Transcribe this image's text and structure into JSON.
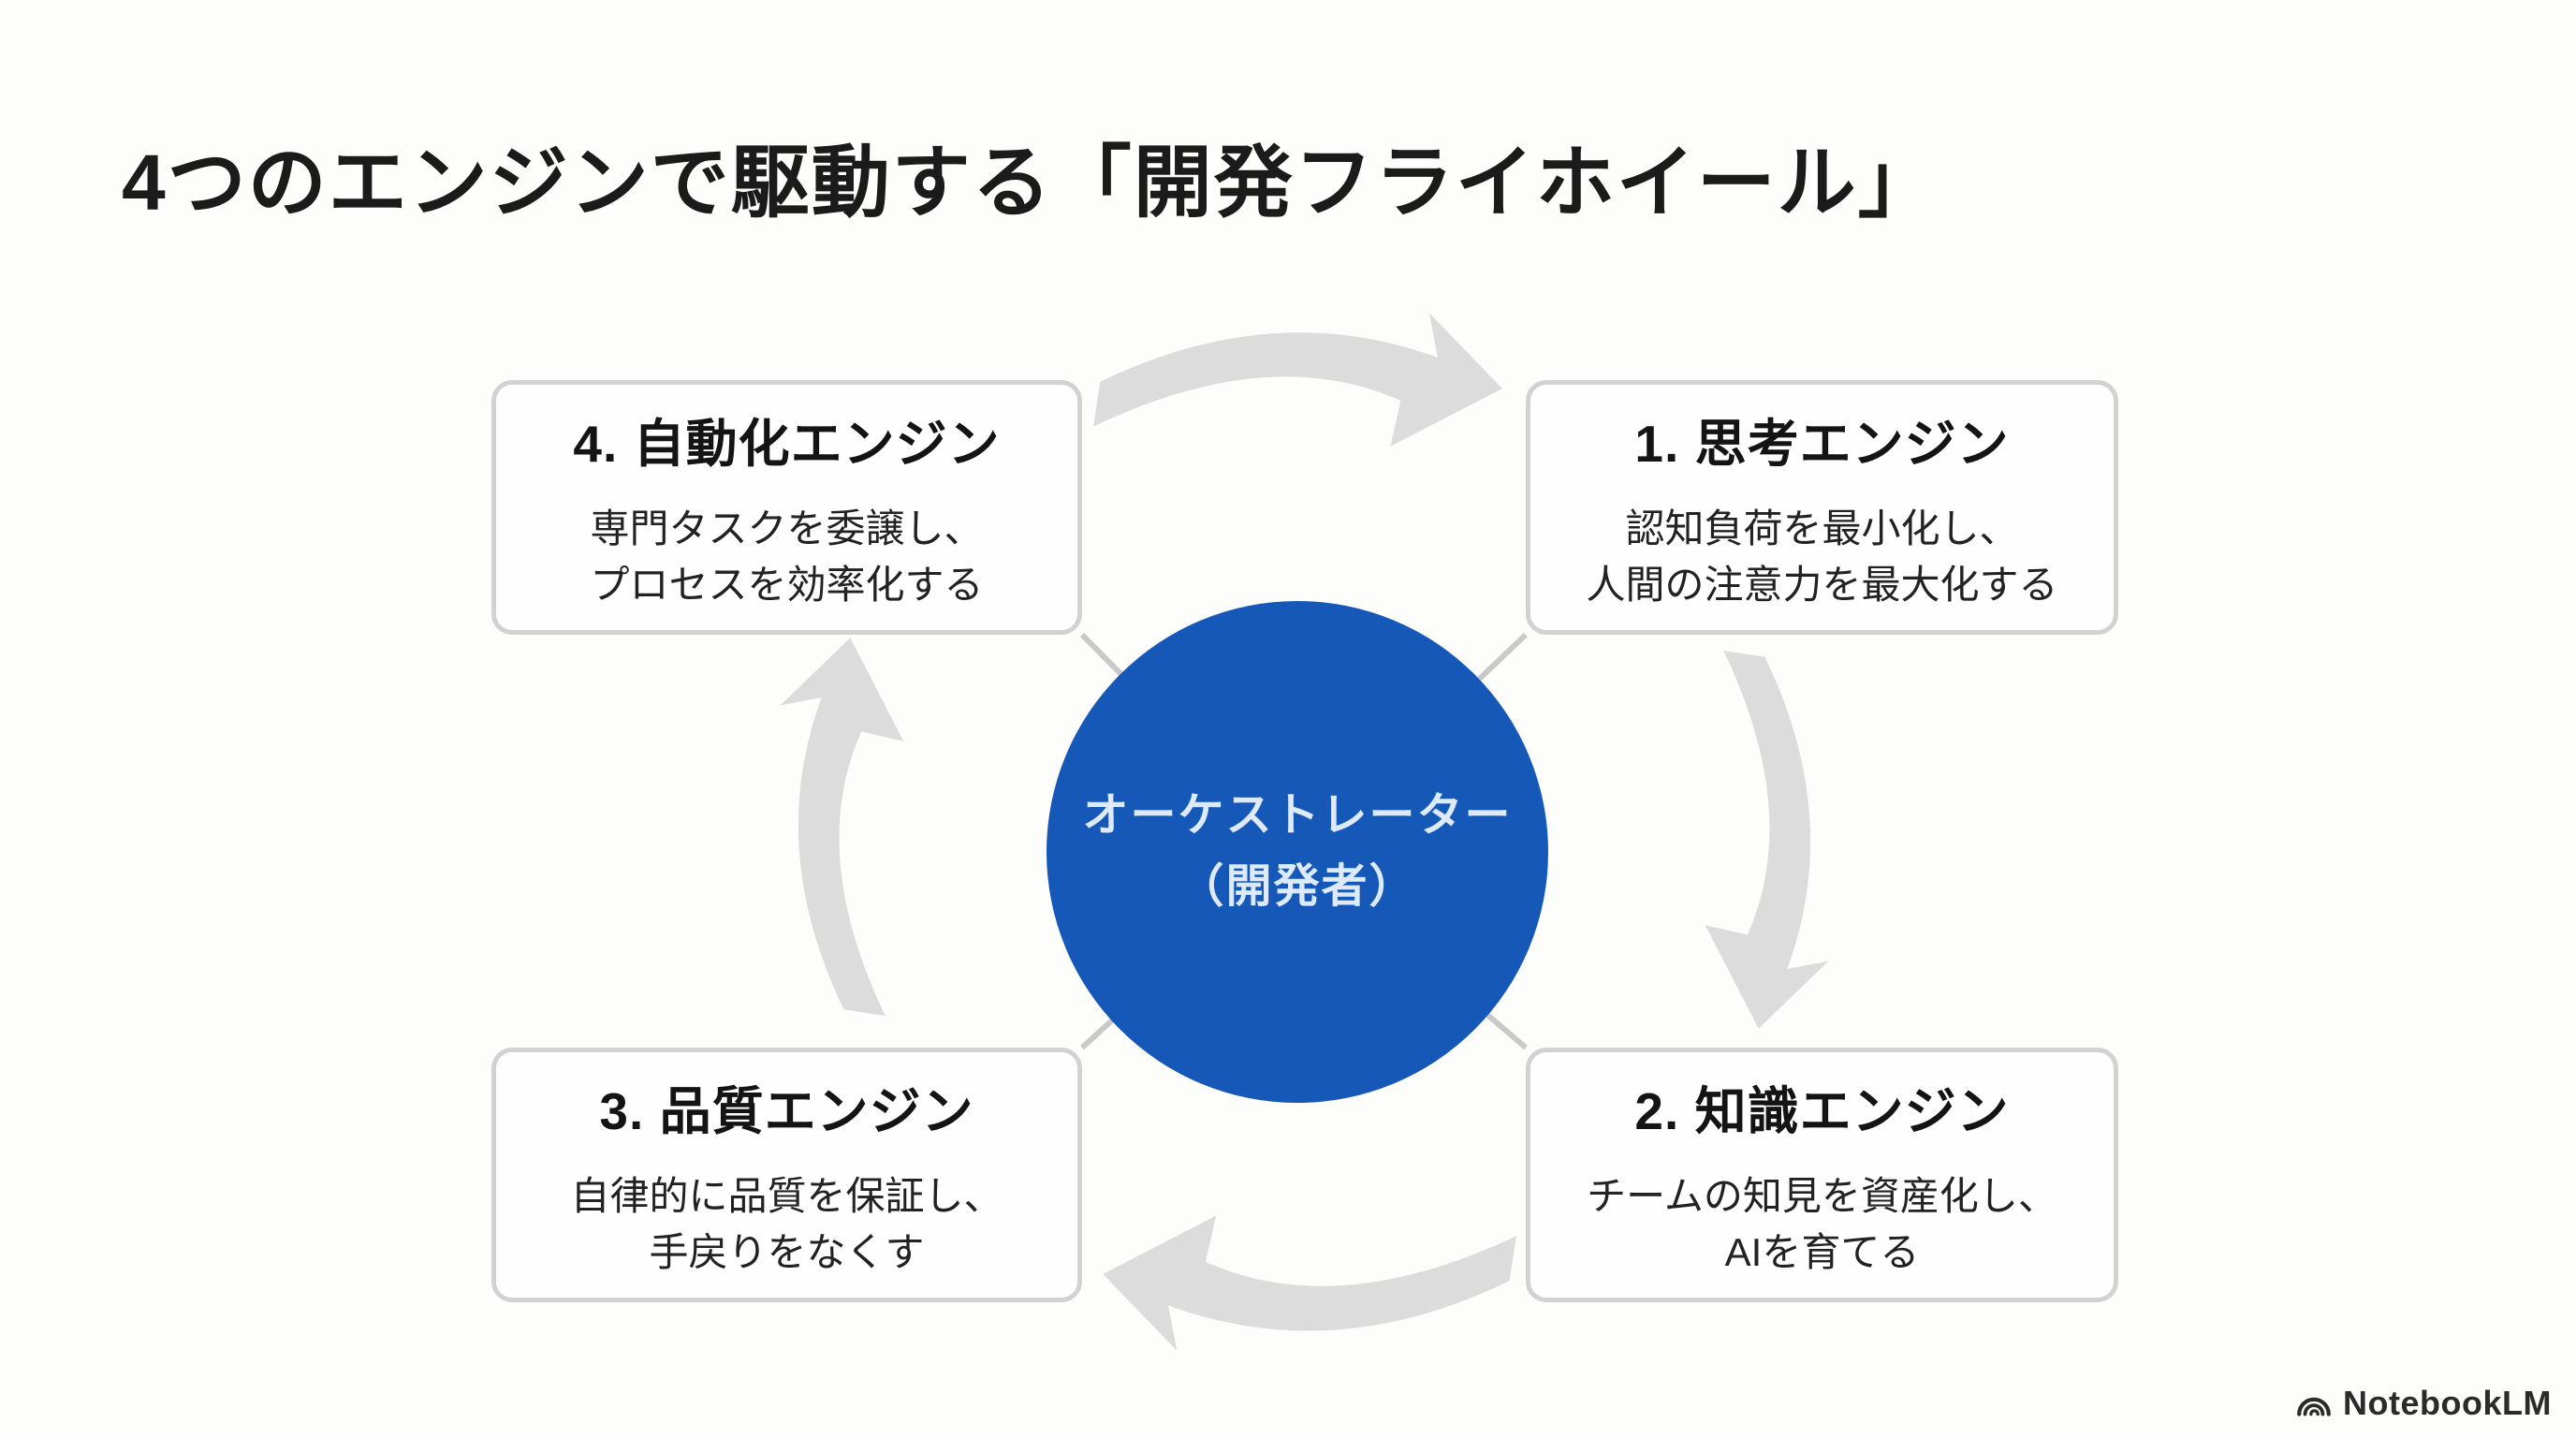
{
  "slide": {
    "title": "4つのエンジンで駆動する「開発フライホイール」",
    "center": {
      "line1": "オーケストレーター",
      "line2": "（開発者）"
    },
    "engines": [
      {
        "id": "thinking",
        "position": "top-right",
        "label": "1. 思考エンジン",
        "desc_line1": "認知負荷を最小化し、",
        "desc_line2": "人間の注意力を最大化する"
      },
      {
        "id": "knowledge",
        "position": "bottom-right",
        "label": "2. 知識エンジン",
        "desc_line1": "チームの知見を資産化し、",
        "desc_line2": "AIを育てる"
      },
      {
        "id": "quality",
        "position": "bottom-left",
        "label": "3. 品質エンジン",
        "desc_line1": "自律的に品質を保証し、",
        "desc_line2": "手戻りをなくす"
      },
      {
        "id": "automation",
        "position": "top-left",
        "label": "4. 自動化エンジン",
        "desc_line1": "専門タスクを委譲し、",
        "desc_line2": "プロセスを効率化する"
      }
    ],
    "branding": {
      "logo_text": "NotebookLM"
    },
    "colors": {
      "circle_blue": "#1658b8",
      "circle_text": "#dceafc",
      "arrow_gray": "#dcdcdc",
      "connector_gray": "#c9c9c9",
      "card_border": "#d2d2d2",
      "title_text": "#1b1b1b"
    }
  }
}
